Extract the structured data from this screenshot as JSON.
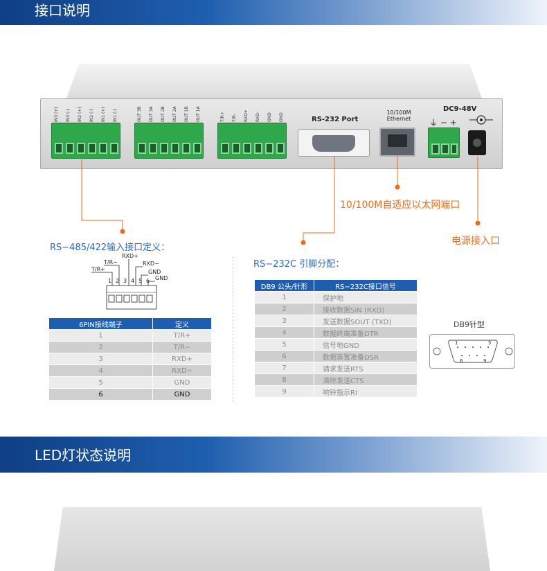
{
  "section1": {
    "title": "接口说明"
  },
  "section2": {
    "title": "LED灯状态说明"
  },
  "device": {
    "block1_labels": [
      "IN3 (+)",
      "IN3 (-)",
      "IN2 (+)",
      "IN2 (-)",
      "IN1 (+)",
      "IN1 (-)"
    ],
    "block2_labels": [
      "OUT 3B",
      "OUT 3A",
      "OUT 2B",
      "OUT 2A",
      "OUT 1B",
      "OUT 1A"
    ],
    "block3_labels": [
      "T/R+",
      "T/R-",
      "RXD+",
      "RXD-",
      "GND",
      "GND"
    ],
    "rs232_label": "RS-232 Port",
    "ethernet_label_1": "10/100M",
    "ethernet_label_2": "Ethernet",
    "dc_label": "DC9-48V",
    "dc_symbols": "⏚ − +"
  },
  "callouts": {
    "ethernet": "10/100M自适应以太网端口",
    "power": "电源接入口"
  },
  "rs485": {
    "title": "RS−485/422输入接口定义：",
    "diagram": {
      "rxd_plus": "RXD+",
      "tr_minus": "T/R−",
      "rxd_minus": "RXD−",
      "tr_plus": "T/R+",
      "gnd_a": "GND",
      "gnd_b": "GND",
      "pins": [
        "1",
        "2",
        "3",
        "4",
        "5",
        "6"
      ]
    },
    "table": {
      "headers": [
        "6PIN接线端子",
        "定义"
      ],
      "rows": [
        [
          "1",
          "T/R+"
        ],
        [
          "2",
          "T/R−"
        ],
        [
          "3",
          "RXD+"
        ],
        [
          "4",
          "RXD−"
        ],
        [
          "5",
          "GND"
        ],
        [
          "6",
          "GND"
        ]
      ]
    }
  },
  "rs232": {
    "title": "RS−232C 引脚分配：",
    "table": {
      "headers": [
        "DB9 公头/针形",
        "RS−232C接口信号"
      ],
      "rows": [
        [
          "1",
          "保护地"
        ],
        [
          "2",
          "接收数据SIN (RXD)"
        ],
        [
          "3",
          "发送数据SOUT (TXD)"
        ],
        [
          "4",
          "数据终端准备DTR"
        ],
        [
          "5",
          "信号地GND"
        ],
        [
          "6",
          "数据装置准备DSR"
        ],
        [
          "7",
          "请求发送RTS"
        ],
        [
          "8",
          "清除发送CTS"
        ],
        [
          "9",
          "响铃指示RI"
        ]
      ]
    }
  },
  "db9": {
    "label": "DB9针型",
    "pin1": "1",
    "pin5": "5",
    "pin6": "6",
    "pin9": "9"
  },
  "colors": {
    "banner_dark": "#0f3f84",
    "accent_orange": "#e96c1c",
    "table_header": "#1f5db0",
    "terminal_green": "#2ea84b"
  }
}
